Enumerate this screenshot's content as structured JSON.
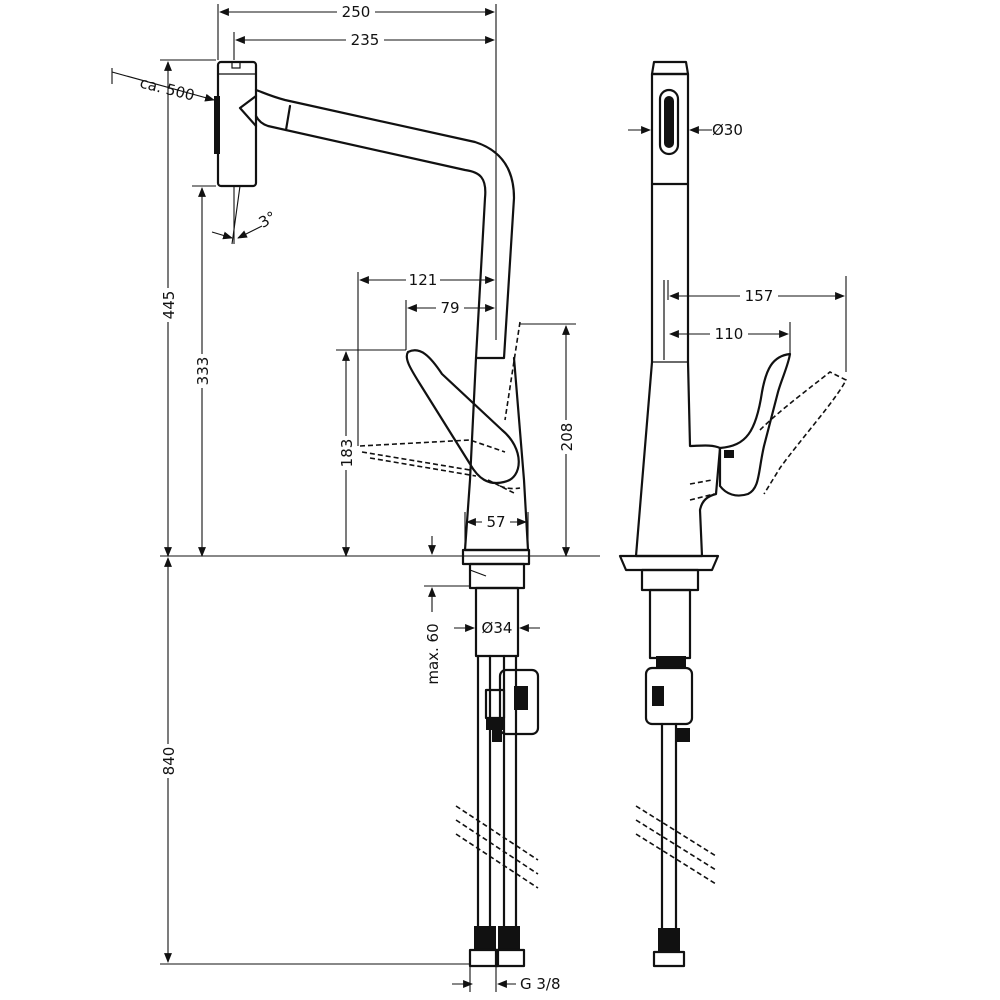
{
  "dimensions": {
    "d250": "250",
    "d235": "235",
    "ca500": "ca. 500",
    "d445": "445",
    "d333": "333",
    "deg3": "3°",
    "d121": "121",
    "d79": "79",
    "d183": "183",
    "d208": "208",
    "d57": "57",
    "max60": "max. 60",
    "dia34": "Ø34",
    "d840": "840",
    "g38": "G 3/8",
    "dia30": "Ø30",
    "d157": "157",
    "d110": "110"
  }
}
